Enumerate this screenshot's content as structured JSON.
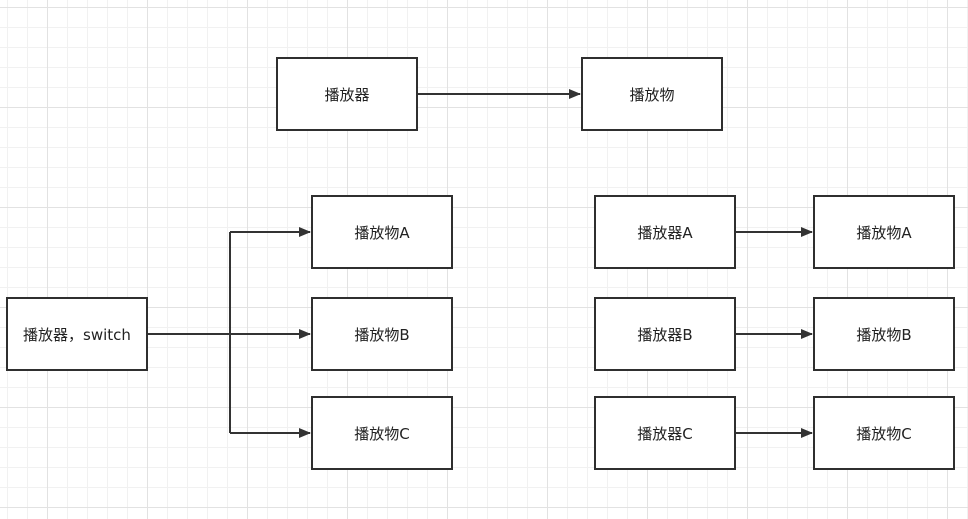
{
  "diagram": {
    "top": {
      "player": "播放器",
      "playable": "播放物"
    },
    "switch_group": {
      "player": "播放器，switch",
      "targets": [
        "播放物A",
        "播放物B",
        "播放物C"
      ]
    },
    "paired_group": {
      "players": [
        "播放器A",
        "播放器B",
        "播放器C"
      ],
      "targets": [
        "播放物A",
        "播放物B",
        "播放物C"
      ]
    }
  },
  "colors": {
    "line": "#333333",
    "border": "#2f2f2f",
    "grid": "#e2e2e2"
  }
}
